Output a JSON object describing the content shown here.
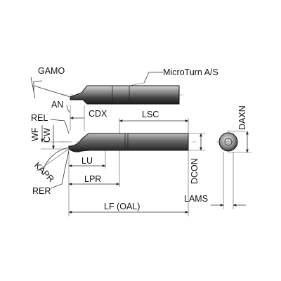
{
  "labels": {
    "gamo": "GAMO",
    "microturn": "MicroTurn A/S",
    "an": "AN",
    "cdx": "CDX",
    "rel": "REL",
    "lsc": "LSC",
    "wf": "WF",
    "cw": "CW",
    "kapr": "KAPR",
    "lu": "LU",
    "lpr": "LPR",
    "rer": "RER",
    "lf": "LF (OAL)",
    "dcon": "DCON",
    "daxn": "DAXN",
    "lams": "LAMS"
  },
  "colors": {
    "body": "#4a4a4a",
    "body_light": "#9a9a9a",
    "line": "#111111"
  }
}
